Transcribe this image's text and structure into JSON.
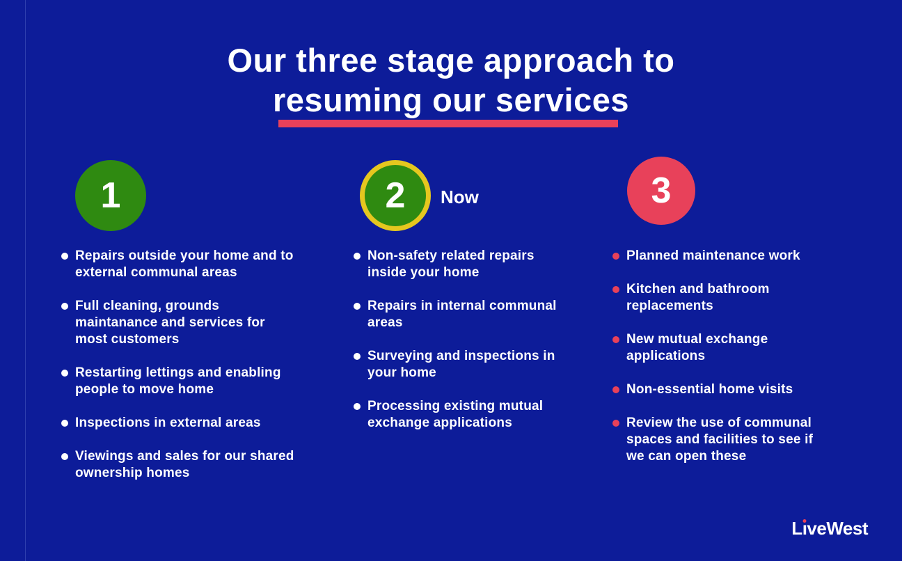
{
  "header": {
    "title_line1": "Our three stage approach to",
    "title_line2": "resuming our services",
    "underline_color": "#e8415a"
  },
  "theme": {
    "background": "#0d1c99",
    "text_color": "#ffffff",
    "green": "#2f8a11",
    "yellow": "#e5c71f",
    "pink": "#e8415a"
  },
  "stages": [
    {
      "number": "1",
      "label": "",
      "circle_color": "#2f8a11",
      "ring_color": "",
      "bullet_color": "#ffffff",
      "items": [
        [
          "Repairs outside your home and to",
          "external communal areas"
        ],
        [
          "Full cleaning, grounds",
          "maintanance and services for",
          "most customers"
        ],
        [
          "Restarting lettings and enabling",
          "people to move home"
        ],
        [
          "Inspections in external areas"
        ],
        [
          "Viewings and sales for our shared",
          "ownership homes"
        ]
      ]
    },
    {
      "number": "2",
      "label": "Now",
      "circle_color": "#2f8a11",
      "ring_color": "#e5c71f",
      "bullet_color": "#ffffff",
      "items": [
        [
          "Non-safety related repairs",
          "inside your home"
        ],
        [
          "Repairs in internal communal",
          "areas"
        ],
        [
          "Surveying and inspections in",
          "your home"
        ],
        [
          "Processing existing mutual",
          "exchange applications"
        ]
      ]
    },
    {
      "number": "3",
      "label": "",
      "circle_color": "#e8415a",
      "ring_color": "",
      "bullet_color": "#e8415a",
      "items": [
        [
          "Planned maintenance work"
        ],
        [
          "Kitchen and bathroom",
          "replacements"
        ],
        [
          "New mutual exchange",
          "applications"
        ],
        [
          "Non-essential home visits"
        ],
        [
          "Review the use of communal",
          "spaces and facilities to see if",
          "we can open these"
        ]
      ]
    }
  ],
  "footer": {
    "logo_text": "LiveWest",
    "logo_dot_color": "#e8415a"
  }
}
